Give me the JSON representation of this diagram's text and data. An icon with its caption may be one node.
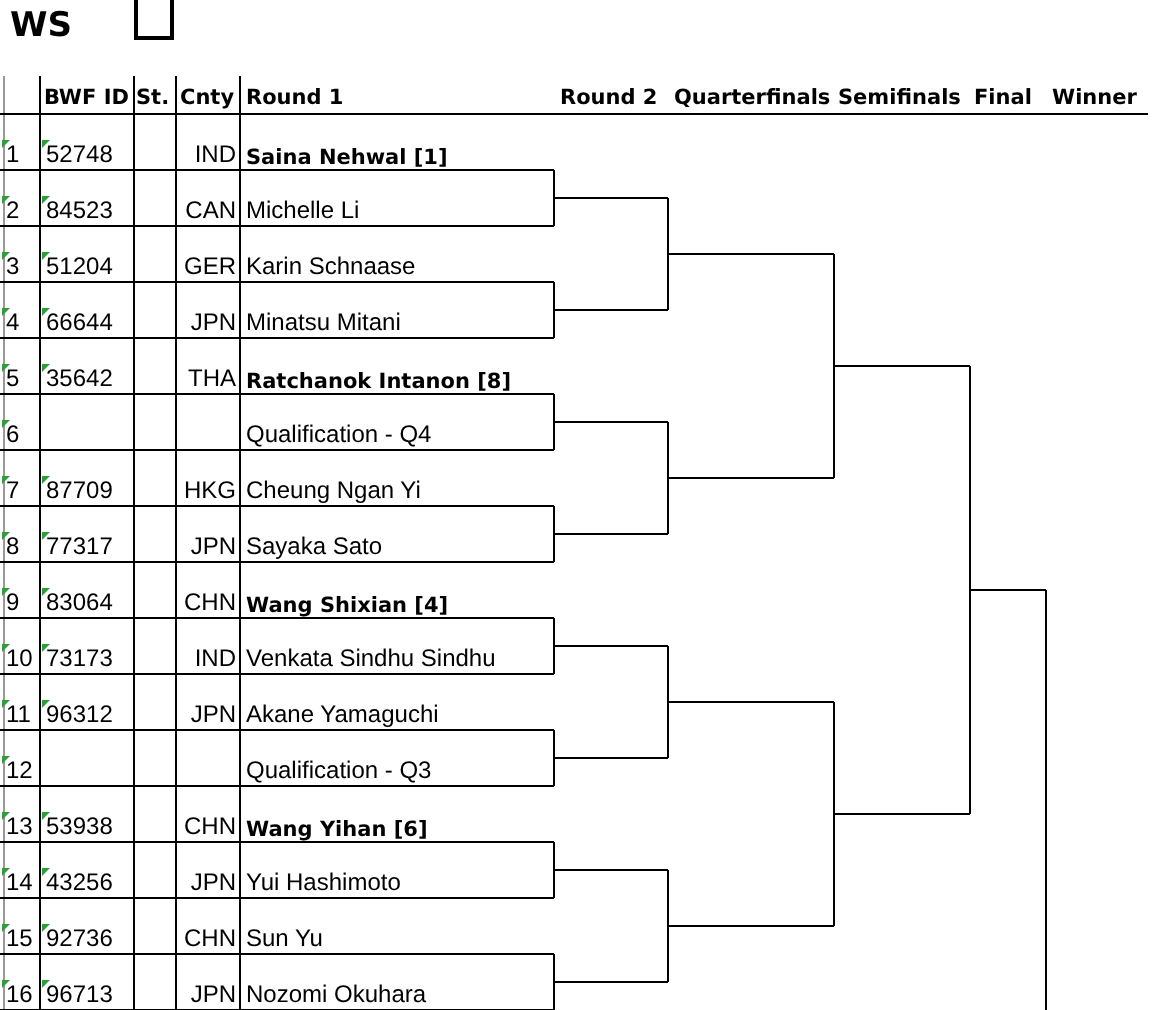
{
  "diagram": {
    "title": "WS",
    "labels": [
      "BWF ID",
      "St.",
      "Cnty",
      "Round 1",
      "Round 2",
      "Quarterfinals",
      "Semifinals",
      "Final",
      "Winner",
      "1",
      "52748",
      "IND",
      "Saina Nehwal [1]",
      "2",
      "84523",
      "CAN",
      "Michelle Li",
      "3",
      "51204",
      "GER",
      "Karin Schnaase",
      "4",
      "66644",
      "JPN",
      "Minatsu Mitani",
      "5",
      "35642",
      "THA",
      "Ratchanok Intanon [8]",
      "6",
      "Qualification - Q4",
      "7",
      "87709",
      "HKG",
      "Cheung Ngan Yi",
      "8",
      "77317",
      "JPN",
      "Sayaka Sato",
      "9",
      "83064",
      "CHN",
      "Wang Shixian [4]",
      "10",
      "73173",
      "IND",
      "Venkata Sindhu Sindhu",
      "11",
      "96312",
      "JPN",
      "Akane Yamaguchi",
      "12",
      "Qualification - Q3",
      "13",
      "53938",
      "CHN",
      "Wang Yihan [6]",
      "14",
      "43256",
      "JPN",
      "Yui Hashimoto",
      "15",
      "92736",
      "CHN",
      "Sun Yu",
      "16",
      "96713",
      "JPN",
      "Nozomi Okuhara"
    ]
  }
}
